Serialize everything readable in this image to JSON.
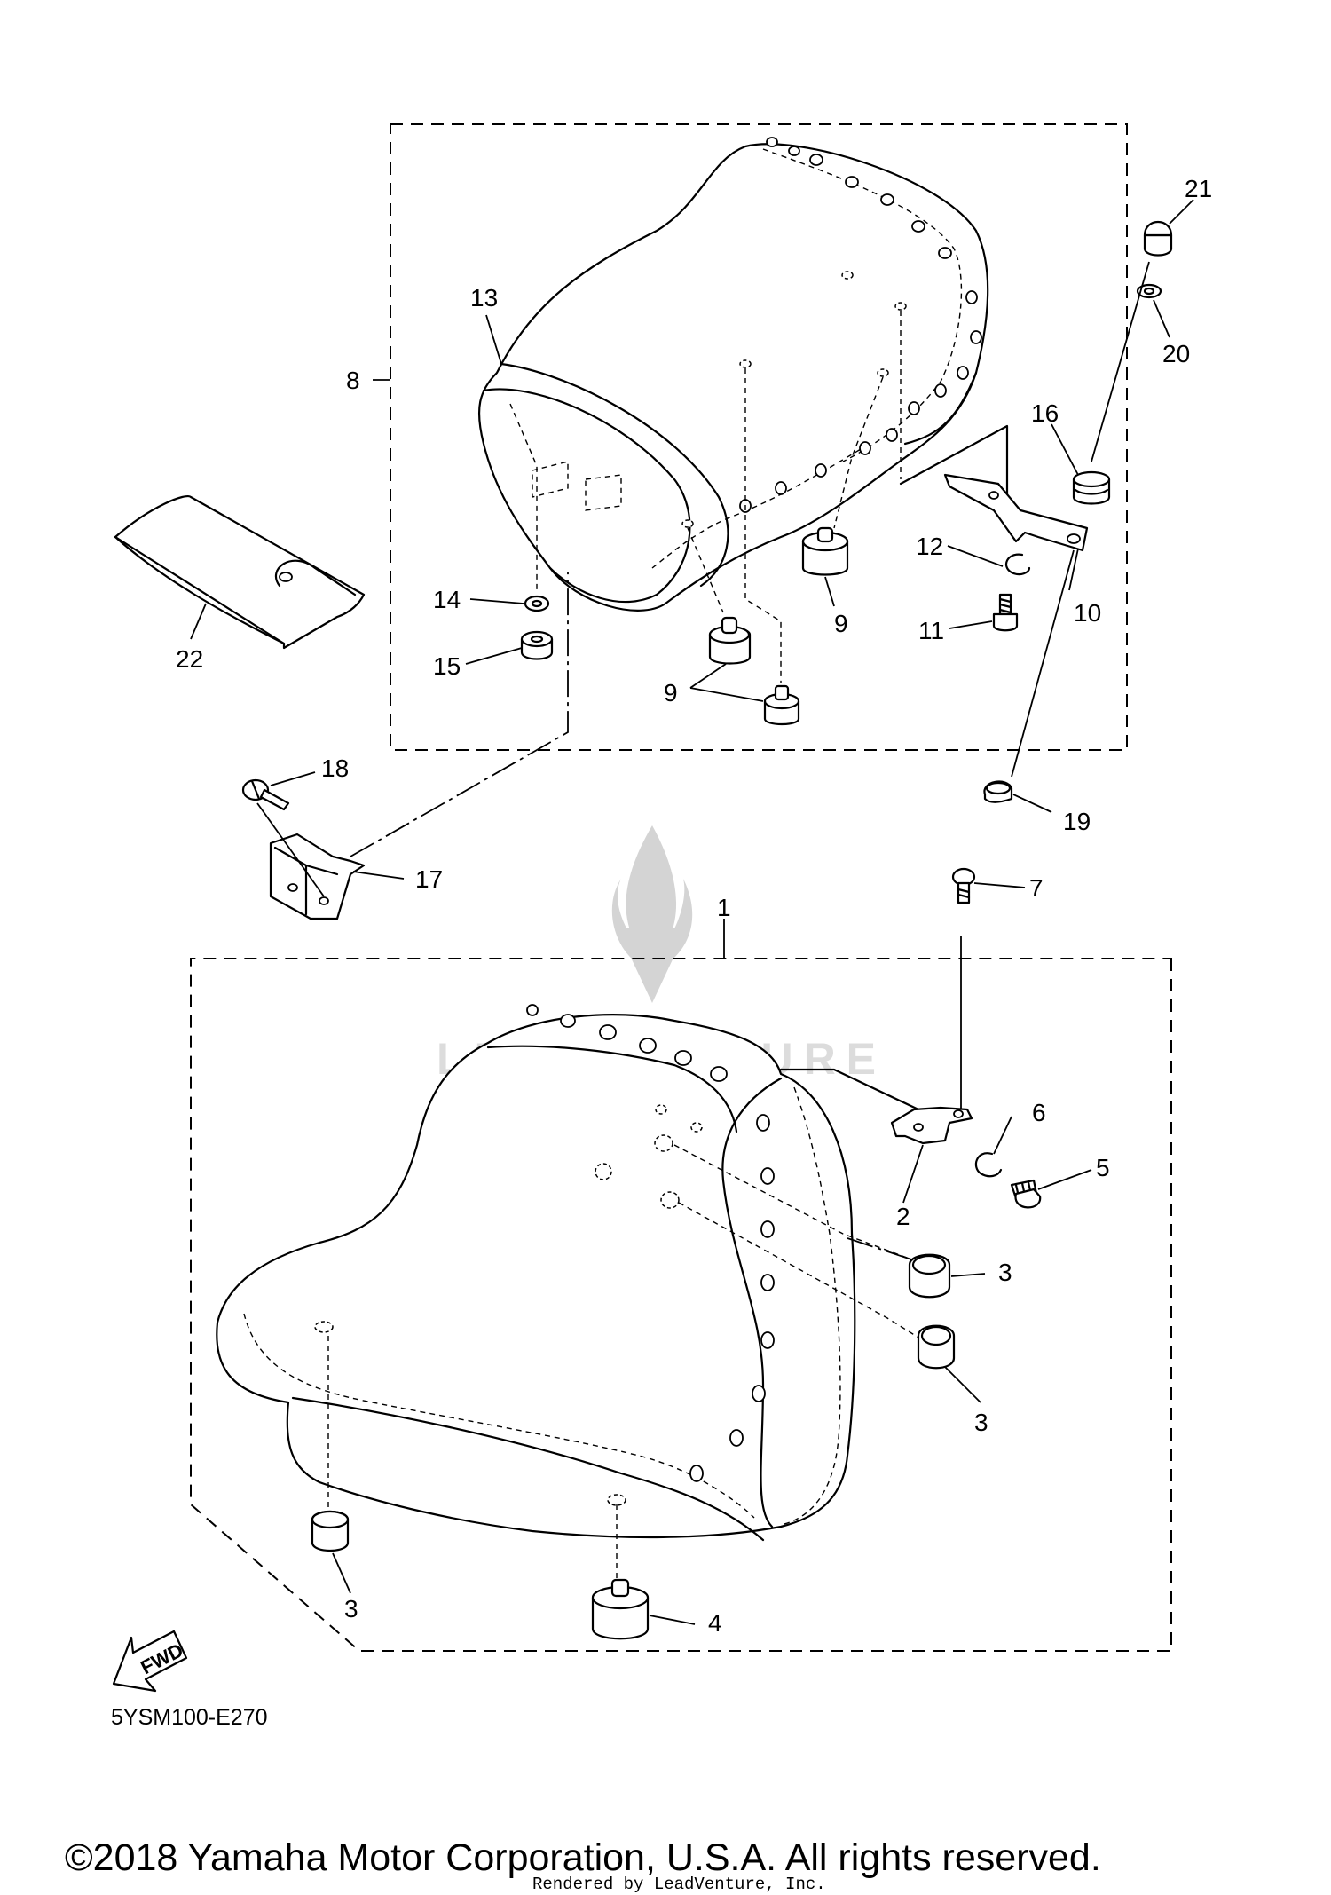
{
  "diagram": {
    "code": "5YSM100-E270",
    "copyright": "©2018 Yamaha Motor Corporation, U.S.A. All rights reserved.",
    "rendered_by": "Rendered by LeadVenture, Inc.",
    "watermark": "LEADVENTURE",
    "fwd_label": "FWD",
    "callouts": {
      "c1": "1",
      "c2": "2",
      "c3a": "3",
      "c3b": "3",
      "c3c": "3",
      "c4": "4",
      "c5": "5",
      "c6": "6",
      "c7": "7",
      "c8": "8",
      "c9a": "9",
      "c9b": "9",
      "c10": "10",
      "c11": "11",
      "c12": "12",
      "c13": "13",
      "c14": "14",
      "c15": "15",
      "c16": "16",
      "c17": "17",
      "c18": "18",
      "c19": "19",
      "c20": "20",
      "c21": "21",
      "c22": "22"
    }
  }
}
